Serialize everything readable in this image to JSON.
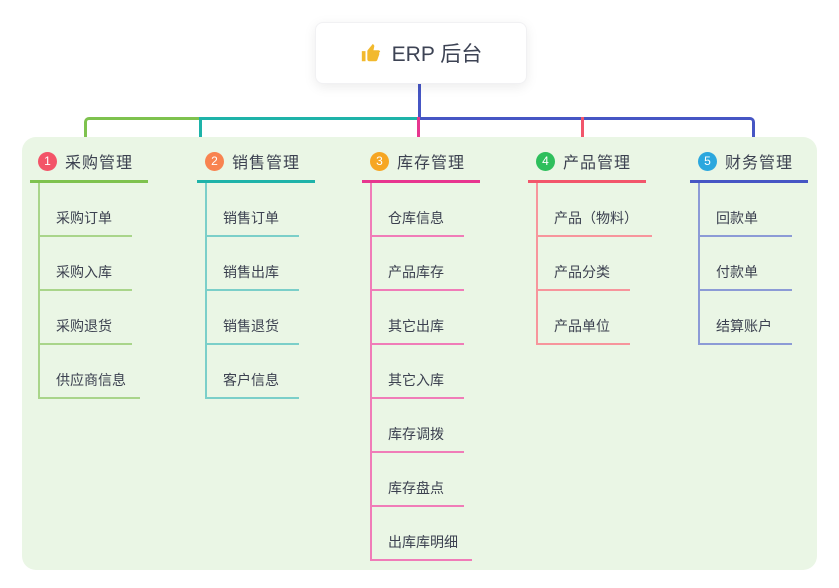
{
  "root": {
    "title": "ERP 后台",
    "icon_name": "thumbs-up-icon",
    "icon_color": "#F2B92D"
  },
  "connectors": {
    "root_line": "#4656C4",
    "bus_left": "#7EC24E",
    "bus_mid": "#1EB3A9",
    "bus_right": "#4656C4",
    "drop_branch_3": "#E7368F",
    "drop_branch_4": "#F2566B"
  },
  "panel_background": "#EAF6E5",
  "branches": [
    {
      "index": "1",
      "title": "采购管理",
      "badge_color": "#F35468",
      "line_color": "#7EC24E",
      "child_line_color": "#A9D58A",
      "children": [
        "采购订单",
        "采购入库",
        "采购退货",
        "供应商信息"
      ]
    },
    {
      "index": "2",
      "title": "销售管理",
      "badge_color": "#F88350",
      "line_color": "#1EB3A9",
      "child_line_color": "#7BCFC9",
      "children": [
        "销售订单",
        "销售出库",
        "销售退货",
        "客户信息"
      ]
    },
    {
      "index": "3",
      "title": "库存管理",
      "badge_color": "#F6A623",
      "line_color": "#E7368F",
      "child_line_color": "#F07CB8",
      "children": [
        "仓库信息",
        "产品库存",
        "其它出库",
        "其它入库",
        "库存调拨",
        "库存盘点",
        "出库库明细"
      ]
    },
    {
      "index": "4",
      "title": "产品管理",
      "badge_color": "#2EBF5C",
      "line_color": "#F2566B",
      "child_line_color": "#F7959C",
      "children": [
        "产品（物料）",
        "产品分类",
        "产品单位"
      ]
    },
    {
      "index": "5",
      "title": "财务管理",
      "badge_color": "#2BA7DE",
      "line_color": "#4656C4",
      "child_line_color": "#8C9BD6",
      "children": [
        "回款单",
        "付款单",
        "结算账户"
      ]
    }
  ]
}
